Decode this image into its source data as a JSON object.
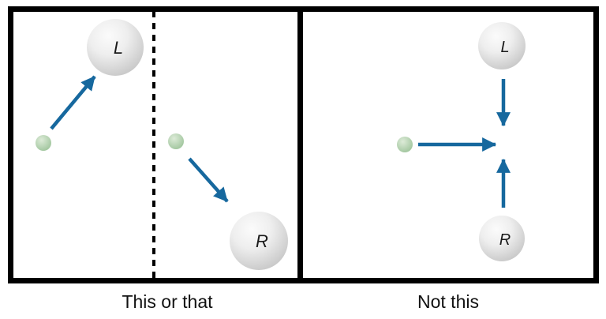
{
  "figure": {
    "colors": {
      "arrow": "#16689e",
      "border": "#000000",
      "particle": "#a7c9a3",
      "sphere": "#d6d6d6",
      "text": "#111111"
    },
    "panels": {
      "left": {
        "caption": "This or that",
        "sphere_top_label": "L",
        "sphere_bottom_label": "R"
      },
      "right": {
        "caption": "Not this",
        "sphere_top_label": "L",
        "sphere_bottom_label": "R"
      }
    }
  }
}
